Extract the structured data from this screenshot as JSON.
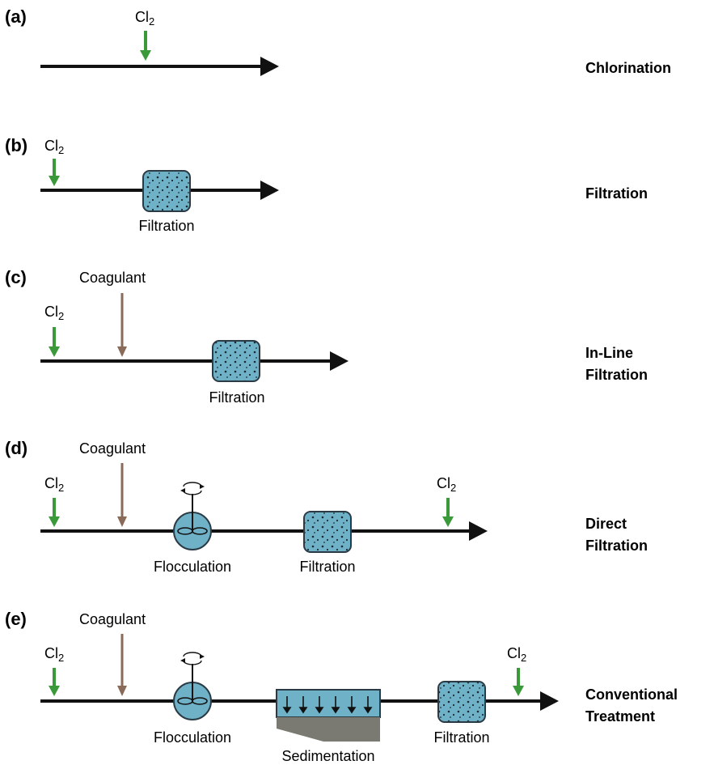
{
  "panels": [
    {
      "letter": "(a)",
      "process": [
        "Chlorination"
      ],
      "chemicals": [
        "Cl2"
      ],
      "units": []
    },
    {
      "letter": "(b)",
      "process": [
        "Filtration"
      ],
      "chemicals": [
        "Cl2"
      ],
      "units": [
        "Filtration"
      ]
    },
    {
      "letter": "(c)",
      "process": [
        "In-Line",
        "Filtration"
      ],
      "chemicals": [
        "Cl2",
        "Coagulant"
      ],
      "units": [
        "Filtration"
      ]
    },
    {
      "letter": "(d)",
      "process": [
        "Direct",
        "Filtration"
      ],
      "chemicals": [
        "Cl2",
        "Coagulant",
        "Cl2"
      ],
      "units": [
        "Flocculation",
        "Filtration"
      ]
    },
    {
      "letter": "(e)",
      "process": [
        "Conventional",
        "Treatment"
      ],
      "chemicals": [
        "Cl2",
        "Coagulant",
        "Cl2"
      ],
      "units": [
        "Flocculation",
        "Sedimentation",
        "Filtration"
      ]
    }
  ],
  "colors": {
    "line": "#111111",
    "chlorine_arrow": "#3a9a3a",
    "coagulant_arrow": "#8a6a58",
    "unit_fill": "#6fb2c8",
    "unit_stroke": "#2b3b45",
    "sludge": "#7a7a72"
  }
}
